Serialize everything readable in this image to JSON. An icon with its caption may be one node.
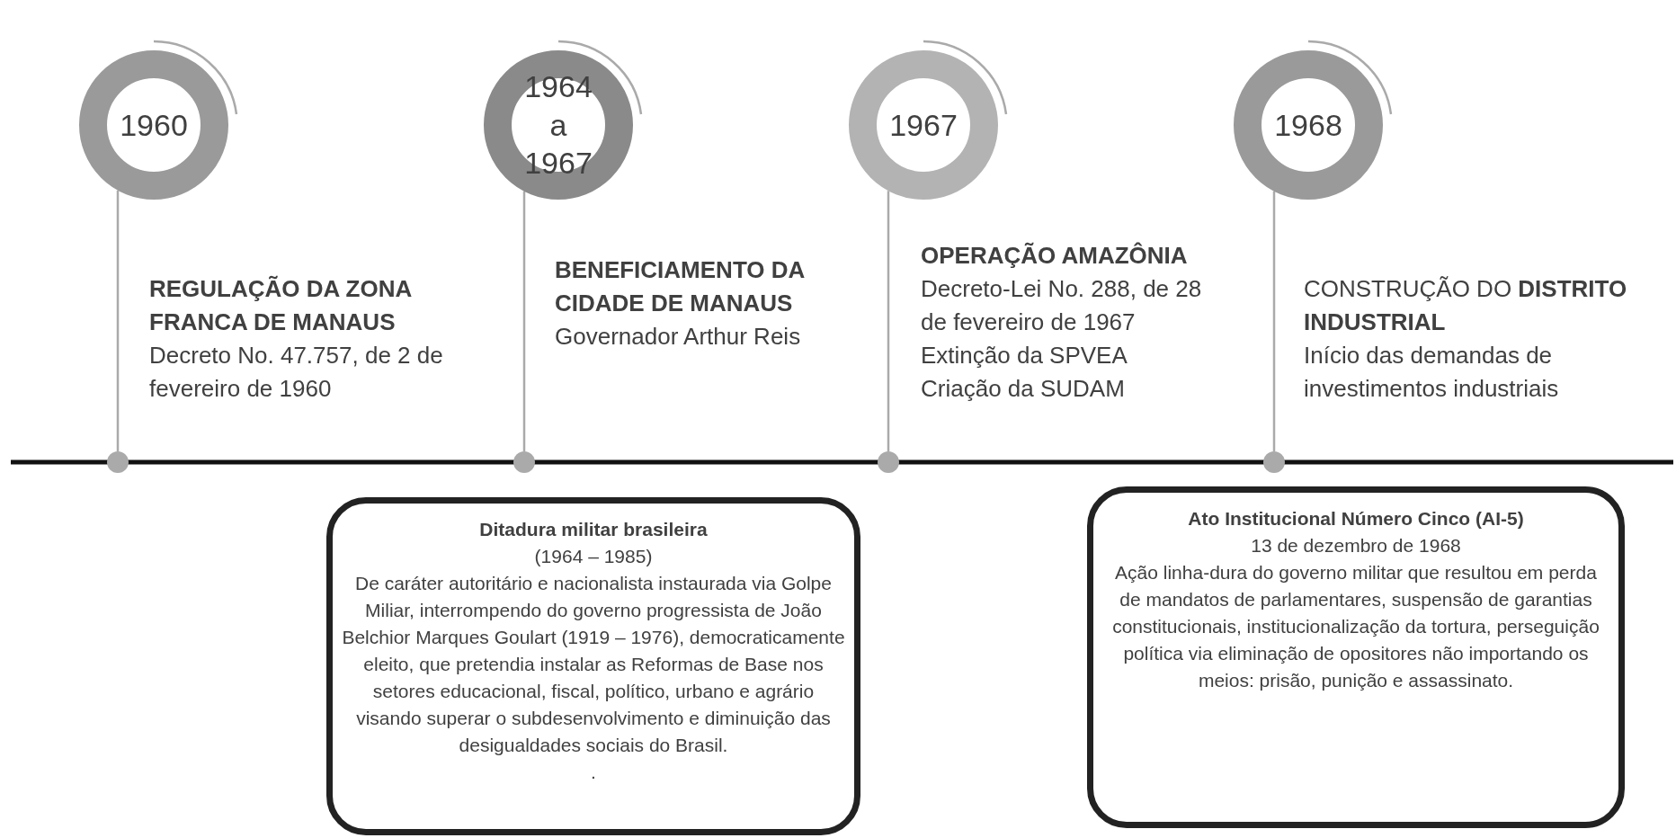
{
  "diagram": {
    "nodes": [
      {
        "text": [
          "1960"
        ],
        "beside": [
          "REGULAÇÃO DA ZONA FRANCA DE MANAUS",
          "Decreto No. 47.757, de 2 de fevereiro de 1960"
        ]
      },
      {
        "text": [
          "1964 a 1967"
        ],
        "beside": [
          "BENEFICIAMENTO DA CIDADE DE MANAUS",
          "Governador Arthur Reis"
        ]
      },
      {
        "text": [
          "1967"
        ],
        "beside": [
          "OPERAÇÃO AMAZÔNIA",
          "Decreto-Lei No. 288, de 28 de fevereiro de 1967",
          "Extinção da SPVEA",
          "Criação da SUDAM"
        ]
      },
      {
        "text": [
          "1968"
        ],
        "beside": [
          "CONSTRUÇÃO DO **DISTRITO INDUSTRIAL**",
          "Início das demandas de investimentos industriais"
        ]
      },
      {
        "text": [],
        "shape": "circle"
      },
      {
        "text": [],
        "shape": "circle"
      },
      {
        "text": [],
        "shape": "circle"
      },
      {
        "text": [],
        "shape": "circle"
      },
      {
        "text": [
          "Ditadura militar brasileira",
          "(1964 – 1985)",
          "De caráter autoritário e nacionalista instaurada via Golpe Miliar, interrompendo do governo progressista de João Belchior Marques Goulart (1919 – 1976), democraticamente eleito, que pretendia instalar as Reformas de Base nos setores educacional, fiscal, político, urbano e agrário visando superar o subdesenvolvimento e diminuição das desigualdades sociais do Brasil.",
          "."
        ]
      },
      {
        "text": [
          "Ato Institucional Número Cinco (AI-5)",
          "13 de dezembro de 1968",
          "Ação linha-dura do governo militar que resultou em perda de mandatos de parlamentares, suspensão de garantias constitucionais, institucionalização da tortura, perseguição política via eliminação de opositores não importando os meios: prisão, punição e assassinato."
        ]
      }
    ],
    "edges": [
      {
        "from": 0,
        "to": 4,
        "arrow": "none"
      },
      {
        "from": 1,
        "to": 5,
        "arrow": "none"
      },
      {
        "from": 2,
        "to": 6,
        "arrow": "none"
      },
      {
        "from": 3,
        "to": 7,
        "arrow": "none"
      }
    ]
  }
}
